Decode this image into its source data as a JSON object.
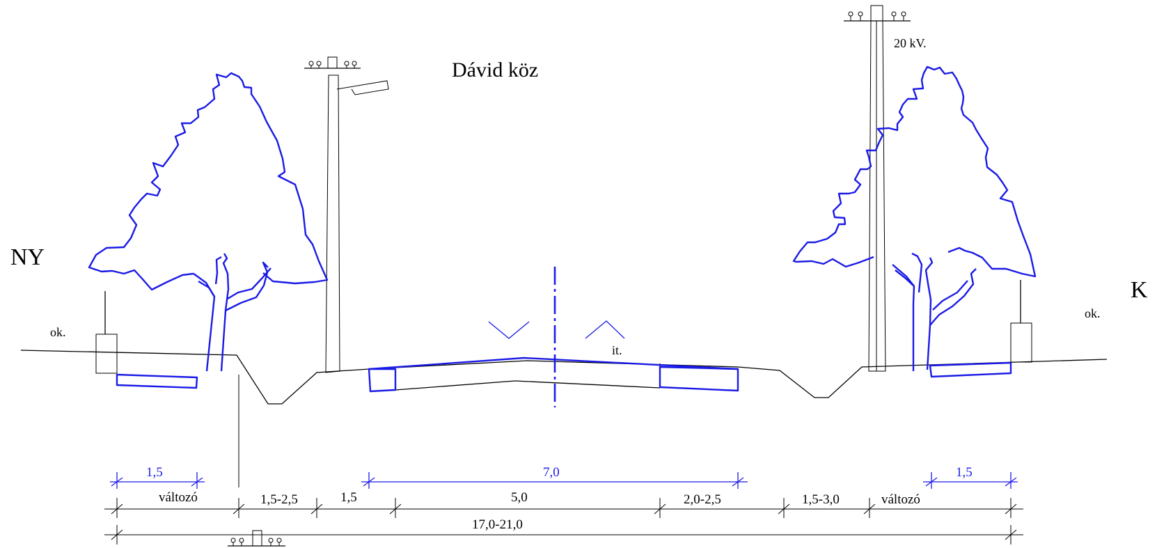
{
  "title": "Dávid köz",
  "directions": {
    "west": "NY",
    "east": "K"
  },
  "annotations": {
    "voltage": "20 kV.",
    "ok_left": "ok.",
    "ok_right": "ok.",
    "it": "it."
  },
  "dimensions": {
    "blue_left": "1,5",
    "blue_center": "7,0",
    "blue_right": "1,5",
    "row1": [
      "változó",
      "1,5-2,5",
      "1,5",
      "5,0",
      "2,0-2,5",
      "1,5-3,0",
      "változó"
    ],
    "total": "17,0-21,0"
  },
  "colors": {
    "existing": "#000000",
    "proposed": "#1a1ae6",
    "background": "#ffffff"
  }
}
